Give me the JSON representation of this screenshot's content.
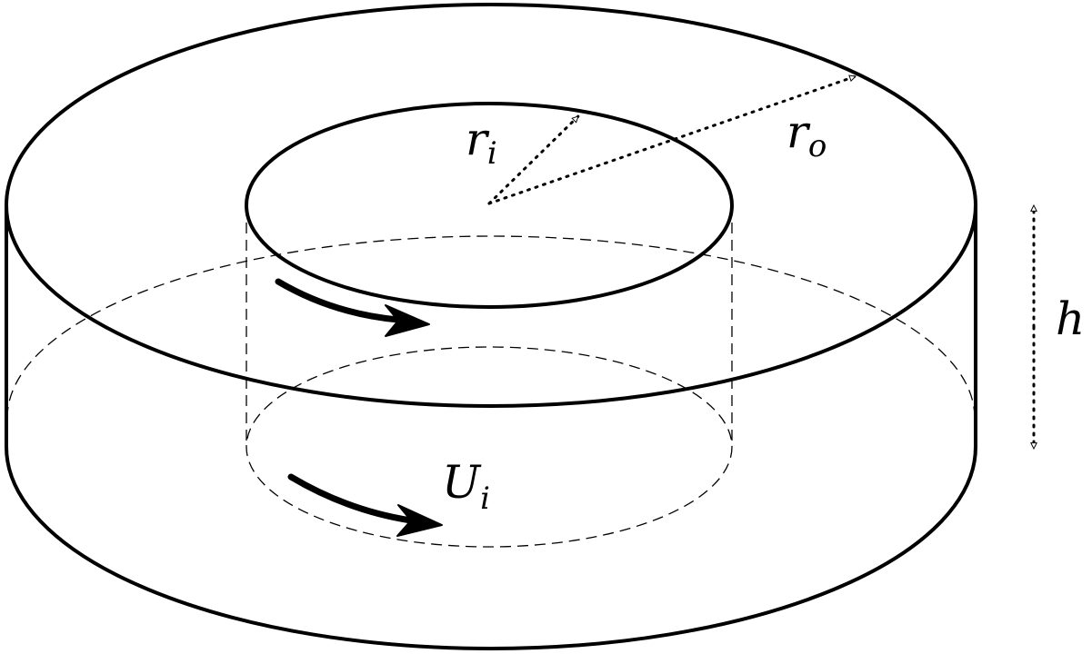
{
  "labels": {
    "inner_radius": {
      "symbol": "r",
      "subscript": "i"
    },
    "outer_radius": {
      "symbol": "r",
      "subscript": "o"
    },
    "height": {
      "symbol": "h"
    },
    "inner_velocity": {
      "symbol": "U",
      "subscript": "i"
    }
  },
  "colors": {
    "stroke": "#000000",
    "background": "#ffffff"
  }
}
